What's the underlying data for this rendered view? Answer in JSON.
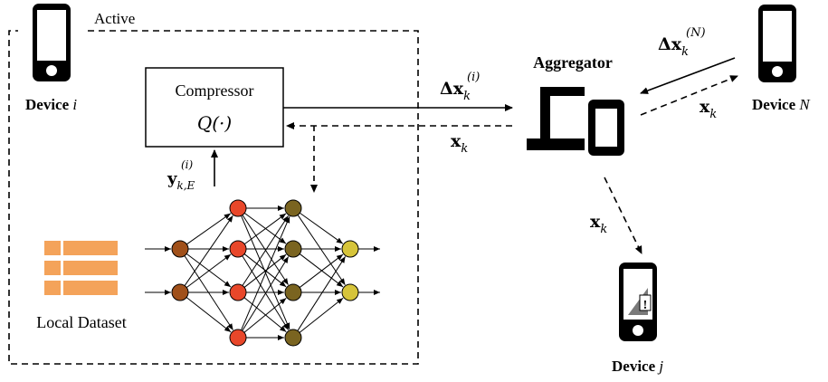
{
  "region_label": "Active",
  "compressor": {
    "title": "Compressor",
    "func": "Q(·)"
  },
  "aggregator_label": "Aggregator",
  "devices": {
    "i": {
      "name": "Device",
      "index": "i"
    },
    "N": {
      "name": "Device",
      "index": "N"
    },
    "j": {
      "name": "Device",
      "index": "j"
    }
  },
  "dataset_label": "Local Dataset",
  "signals": {
    "delta_x": "Δx",
    "sub_k": "k",
    "sup_i": "(i)",
    "sup_N": "(N)",
    "x": "x",
    "y": "y",
    "sub_kE": "k,E"
  },
  "colors": {
    "dataset": "#f4a35a",
    "layer1": "#a0501a",
    "layer2": "#e8472a",
    "layer3": "#7a6420",
    "layer4": "#d6c43a",
    "alert_icon": "#7a7a7a"
  },
  "icons": [
    "smartphone-icon",
    "laptop-phone-icon",
    "smartphone-alert-icon",
    "dataset-table-icon"
  ]
}
